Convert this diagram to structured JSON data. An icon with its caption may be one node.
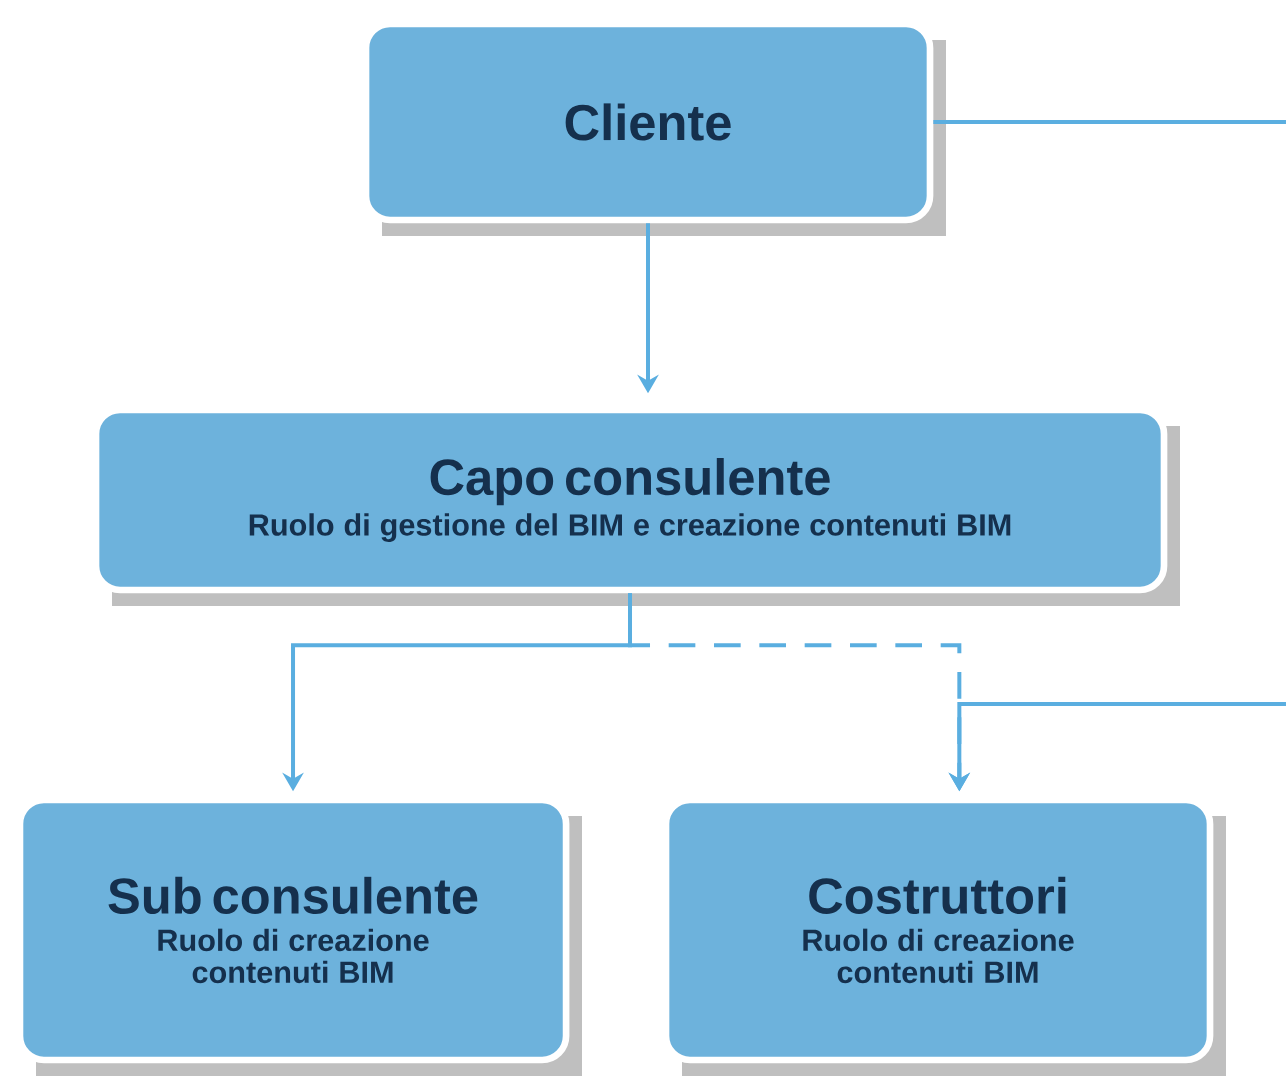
{
  "diagram": {
    "nodes": [
      {
        "text": [
          "Cliente"
        ]
      },
      {
        "text": [
          "Capo consulente",
          "Ruolo di gestione del BIM e creazione contenuti BIM"
        ]
      },
      {
        "text": [
          "Sub consulente",
          "Ruolo di creazione contenuti BIM"
        ]
      },
      {
        "text": [
          "Costruttori",
          "Ruolo di creazione contenuti BIM"
        ]
      }
    ],
    "edges": [
      {
        "from": 0,
        "to": 1,
        "arrow": "to"
      },
      {
        "from": 1,
        "to": 2,
        "arrow": "to"
      },
      {
        "from": 1,
        "to": 3,
        "arrow": "to",
        "style": "dashed"
      },
      {
        "from": null,
        "to": 3,
        "arrow": "to"
      },
      {
        "from": 0,
        "to": null,
        "arrow": "none"
      }
    ]
  }
}
